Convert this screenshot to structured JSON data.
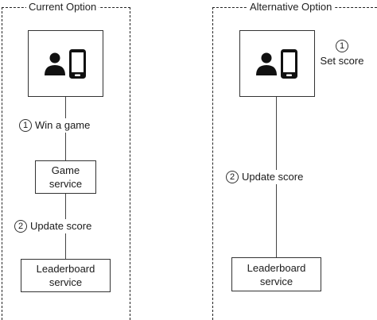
{
  "current_option": {
    "title": "Current Option",
    "step1": {
      "number": "1",
      "label": "Win a game"
    },
    "game_service": "Game service",
    "step2": {
      "number": "2",
      "label": "Update score"
    },
    "leaderboard_service": "Leaderboard service"
  },
  "alternative_option": {
    "title": "Alternative Option",
    "step1": {
      "number": "1",
      "label": "Set score"
    },
    "step2": {
      "number": "2",
      "label": "Update score"
    },
    "leaderboard_service": "Leaderboard service"
  },
  "icons": [
    "user-mobile-icon",
    "user-mobile-icon"
  ],
  "colors": {
    "line": "#333333",
    "icon": "#111111",
    "background": "#ffffff"
  }
}
